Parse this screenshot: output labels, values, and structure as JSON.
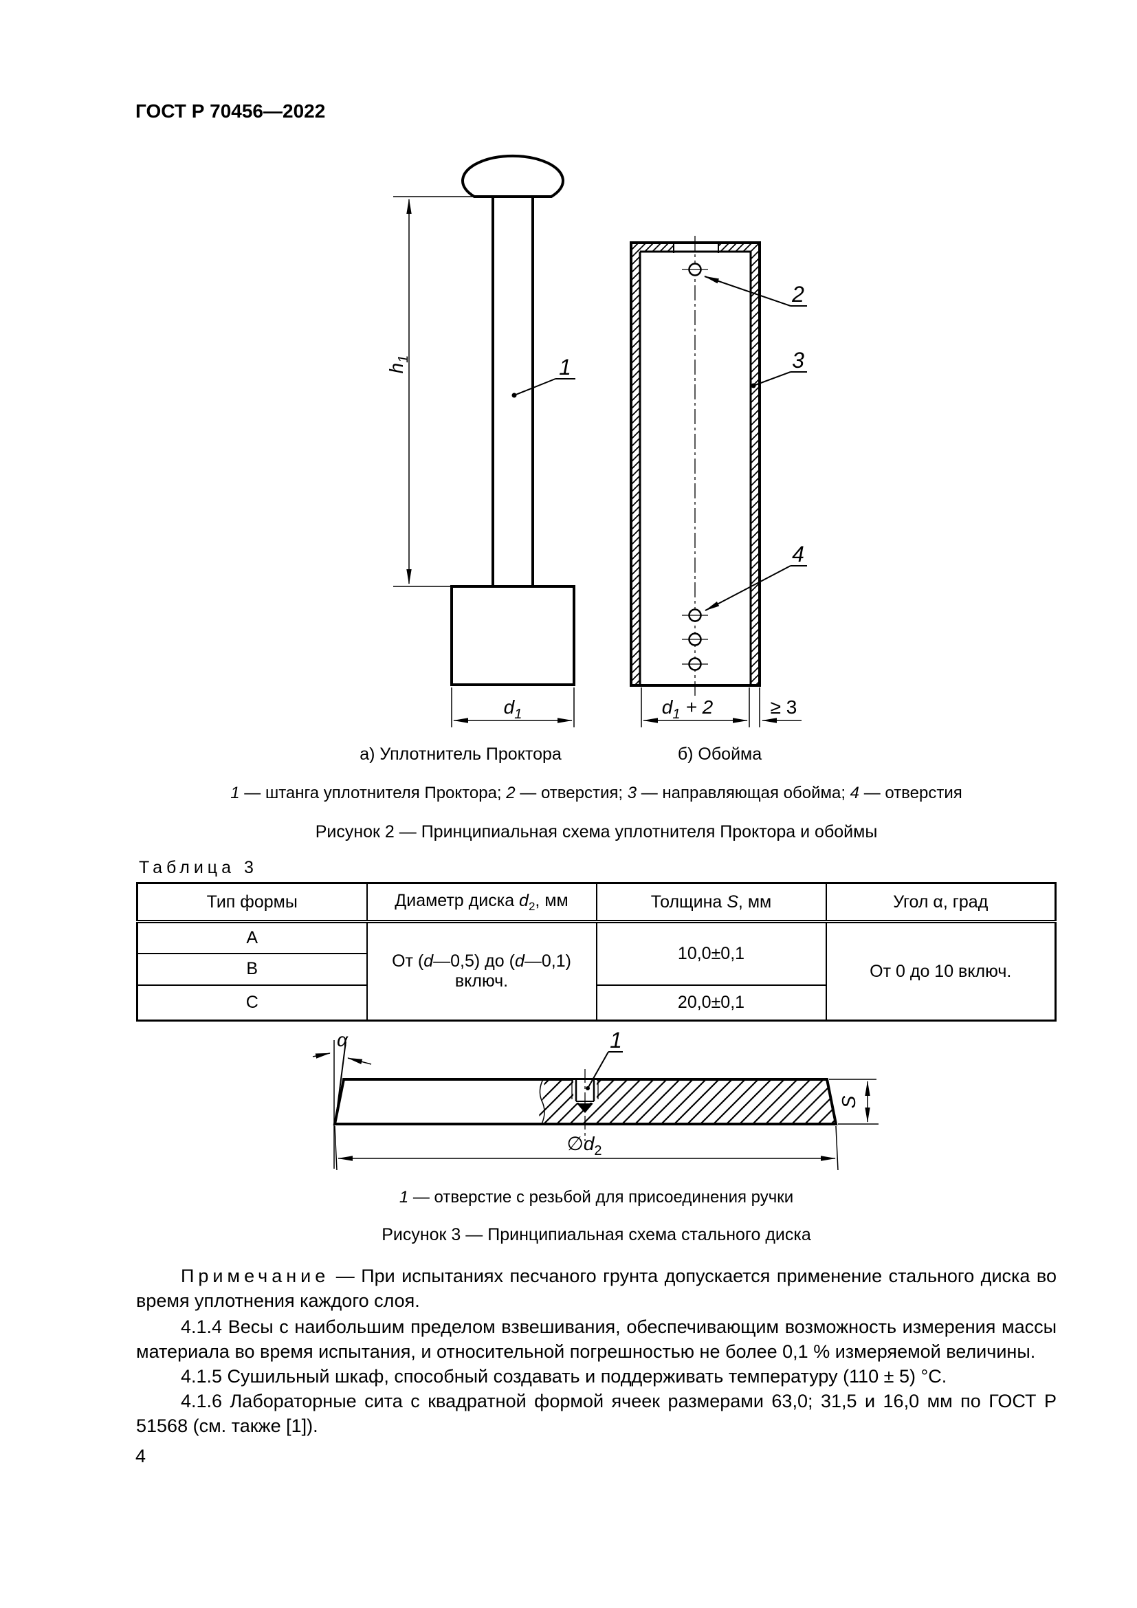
{
  "page": {
    "header": "ГОСТ Р 70456—2022",
    "number": "4"
  },
  "fig2": {
    "labels": {
      "rod": "1",
      "top_holes": "2",
      "sleeve": "3",
      "bottom_holes": "4"
    },
    "dims": {
      "h_base": "h",
      "h_sub": "1",
      "d_base": "d",
      "d_sub": "1",
      "d2_base": "d",
      "d2_sub": "1",
      "d2_plus": "+ 2",
      "wall": "≥ 3"
    },
    "caption_a": "а) Уплотнитель Проктора",
    "caption_b": "б) Обойма",
    "legend": {
      "n1": "1",
      "t1": " — штанга уплотнителя Проктора; ",
      "n2": "2",
      "t2": " — отверстия; ",
      "n3": "3",
      "t3": " — направляющая обойма; ",
      "n4": "4",
      "t4": " — отверстия"
    },
    "caption": "Рисунок 2 — Принципиальная схема уплотнителя Проктора и обоймы"
  },
  "table3": {
    "label": "Таблица 3",
    "headers": {
      "type": "Тип формы",
      "diameter": {
        "p1": "Диаметр диска ",
        "d": "d",
        "sub": "2",
        "p2": ", мм"
      },
      "thickness": {
        "p1": "Толщина ",
        "s": "S",
        "p2": ", мм"
      },
      "angle": "Угол α, град"
    },
    "rows": {
      "a": "A",
      "b": "B",
      "c": "C"
    },
    "diameter_cell": {
      "p1": "От (",
      "d1": "d",
      "p2": "—0,5) до (",
      "d2": "d",
      "p3": "—0,1)",
      "p4": "включ."
    },
    "thickness_ab": "10,0±0,1",
    "thickness_c": "20,0±0,1",
    "angle_cell": "От 0 до 10 включ."
  },
  "fig3": {
    "labels": {
      "hole": "1"
    },
    "dims": {
      "alpha": "α",
      "s": "S",
      "dia_base": "∅",
      "dia_d": "d",
      "dia_sub": "2"
    },
    "legend": {
      "n1": "1",
      "t1": " — отверстие с резьбой для присоединения ручки"
    },
    "caption": "Рисунок 3 — Принципиальная схема стального диска"
  },
  "note": {
    "label": "Примечание",
    "dash": " — ",
    "text": "При испытаниях песчаного грунта допускается применение стального диска во время уплотнения каждого слоя."
  },
  "paragraphs": [
    "4.1.4 Весы с наибольшим пределом взвешивания, обеспечивающим возможность измерения массы материала во время испытания, и относительной погрешностью не более 0,1 % измеряемой величины.",
    "4.1.5 Сушильный шкаф, способный создавать и поддерживать температуру (110 ± 5) °С.",
    "4.1.6 Лабораторные сита с квадратной формой ячеек размерами 63,0; 31,5 и 16,0 мм по ГОСТ Р 51568 (см. также [1])."
  ]
}
